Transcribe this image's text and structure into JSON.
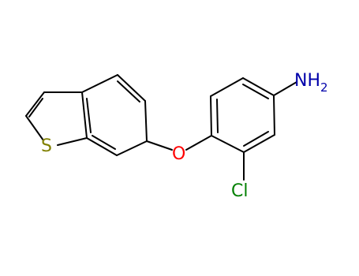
{
  "molecule": {
    "atoms": {
      "sulfur": {
        "symbol": "S",
        "color": "#808000"
      },
      "oxygen": {
        "symbol": "O",
        "color": "#ff0000"
      },
      "chlorine": {
        "symbol": "Cl",
        "color": "#008000"
      },
      "amine": {
        "symbol": "NH",
        "subscript": "2",
        "color": "#0000aa"
      }
    },
    "bond_color": "#000000",
    "background": "#ffffff"
  }
}
